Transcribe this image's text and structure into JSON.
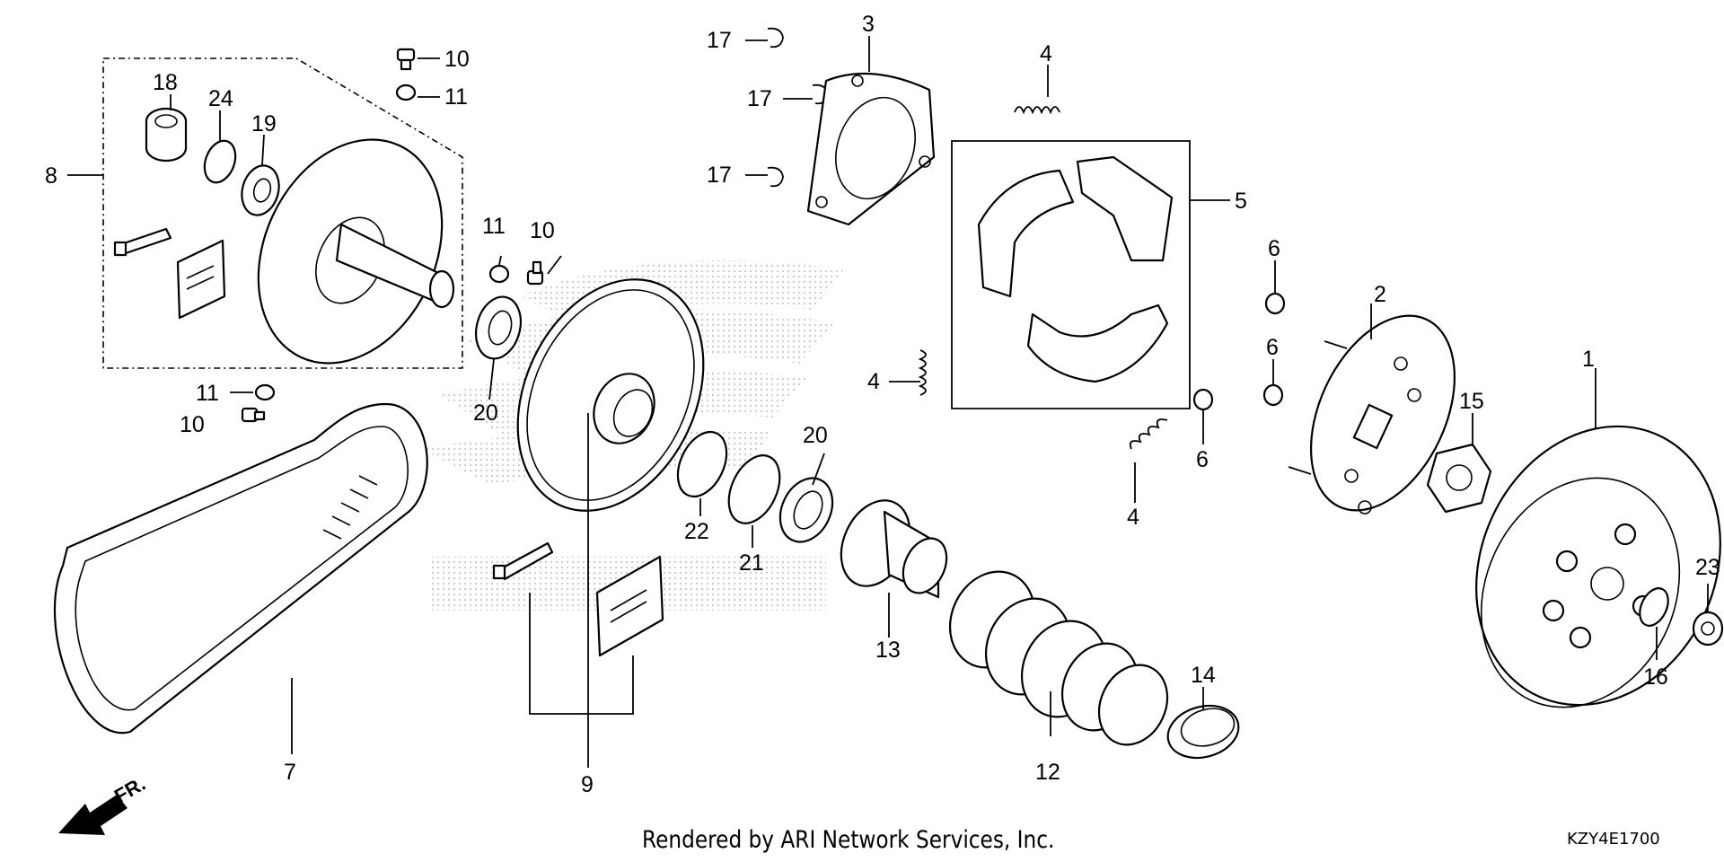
{
  "diagram": {
    "callouts": [
      {
        "id": "c1",
        "text": "1"
      },
      {
        "id": "c2",
        "text": "2"
      },
      {
        "id": "c3",
        "text": "3"
      },
      {
        "id": "c4a",
        "text": "4"
      },
      {
        "id": "c4b",
        "text": "4"
      },
      {
        "id": "c4c",
        "text": "4"
      },
      {
        "id": "c5",
        "text": "5"
      },
      {
        "id": "c6a",
        "text": "6"
      },
      {
        "id": "c6b",
        "text": "6"
      },
      {
        "id": "c6c",
        "text": "6"
      },
      {
        "id": "c7",
        "text": "7"
      },
      {
        "id": "c8",
        "text": "8"
      },
      {
        "id": "c9",
        "text": "9"
      },
      {
        "id": "c10a",
        "text": "10"
      },
      {
        "id": "c10b",
        "text": "10"
      },
      {
        "id": "c10c",
        "text": "10"
      },
      {
        "id": "c11a",
        "text": "11"
      },
      {
        "id": "c11b",
        "text": "11"
      },
      {
        "id": "c11c",
        "text": "11"
      },
      {
        "id": "c12",
        "text": "12"
      },
      {
        "id": "c13",
        "text": "13"
      },
      {
        "id": "c14",
        "text": "14"
      },
      {
        "id": "c15",
        "text": "15"
      },
      {
        "id": "c16",
        "text": "16"
      },
      {
        "id": "c17a",
        "text": "17"
      },
      {
        "id": "c17b",
        "text": "17"
      },
      {
        "id": "c17c",
        "text": "17"
      },
      {
        "id": "c18",
        "text": "18"
      },
      {
        "id": "c19",
        "text": "19"
      },
      {
        "id": "c20a",
        "text": "20"
      },
      {
        "id": "c20b",
        "text": "20"
      },
      {
        "id": "c21",
        "text": "21"
      },
      {
        "id": "c22",
        "text": "22"
      },
      {
        "id": "c23",
        "text": "23"
      },
      {
        "id": "c24",
        "text": "24"
      }
    ],
    "direction_arrow": "FR.",
    "credit": "Rendered by ARI Network Services, Inc.",
    "diagram_code": "KZY4E1700"
  }
}
